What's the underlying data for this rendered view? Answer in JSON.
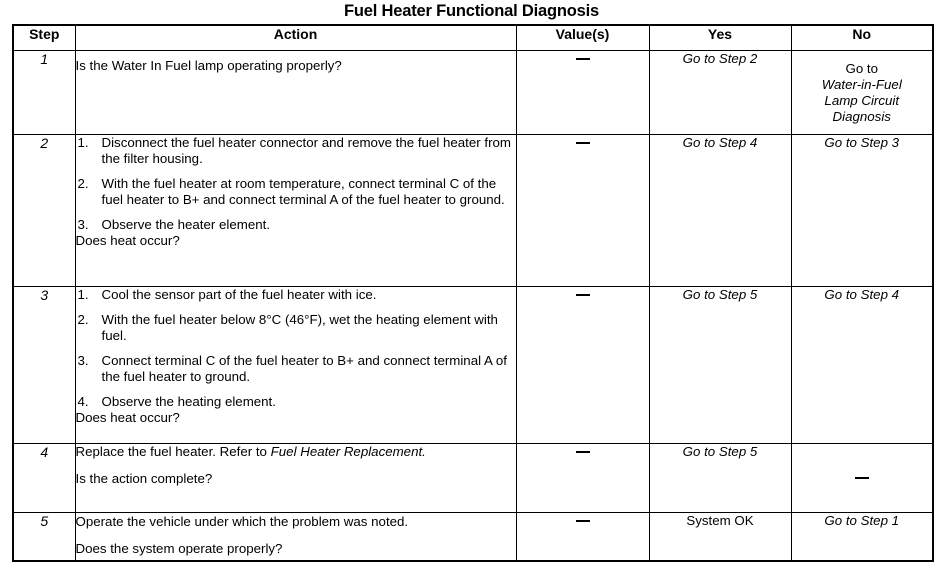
{
  "document": {
    "title": "Fuel Heater Functional Diagnosis"
  },
  "table": {
    "headers": {
      "step": "Step",
      "action": "Action",
      "value": "Value(s)",
      "yes": "Yes",
      "no": "No"
    },
    "rows": [
      {
        "step": "1",
        "action_lines": [
          "Is the Water In Fuel lamp operating properly?"
        ],
        "value": "—",
        "yes": "Go to Step 2",
        "no_line1": "Go to",
        "no_line2": "Water-in-Fuel",
        "no_line3": "Lamp Circuit",
        "no_line4": "Diagnosis"
      },
      {
        "step": "2",
        "items": [
          {
            "num": "1.",
            "text": "Disconnect the fuel heater connector and remove the fuel heater from the filter housing."
          },
          {
            "num": "2.",
            "text": "With the fuel heater at room temperature, connect terminal C of the fuel heater to B+ and connect terminal A of the fuel heater to ground."
          },
          {
            "num": "3.",
            "text": "Observe the heater element."
          }
        ],
        "question": "Does heat occur?",
        "value": "—",
        "yes": "Go to Step 4",
        "no": "Go to Step 3"
      },
      {
        "step": "3",
        "items": [
          {
            "num": "1.",
            "text": "Cool the sensor part of the fuel heater with ice."
          },
          {
            "num": "2.",
            "text": "With the fuel heater below 8°C (46°F), wet the heating element with fuel."
          },
          {
            "num": "3.",
            "text": "Connect terminal C of the fuel heater to B+ and connect terminal A of the fuel heater to ground."
          },
          {
            "num": "4.",
            "text": "Observe the heating element."
          }
        ],
        "question": "Does heat occur?",
        "value": "—",
        "yes": "Go to Step 5",
        "no": "Go to Step 4"
      },
      {
        "step": "4",
        "action_prefix": "Replace the fuel heater. Refer to ",
        "action_italic": "Fuel Heater Replacement",
        "action_suffix": ".",
        "question": "Is the action complete?",
        "value": "—",
        "yes": "Go to Step 5",
        "no": "—"
      },
      {
        "step": "5",
        "action_lines": [
          "Operate the vehicle under which the problem was noted.",
          "Does the system operate properly?"
        ],
        "value": "—",
        "yes": "System OK",
        "no": "Go to Step 1"
      }
    ]
  }
}
